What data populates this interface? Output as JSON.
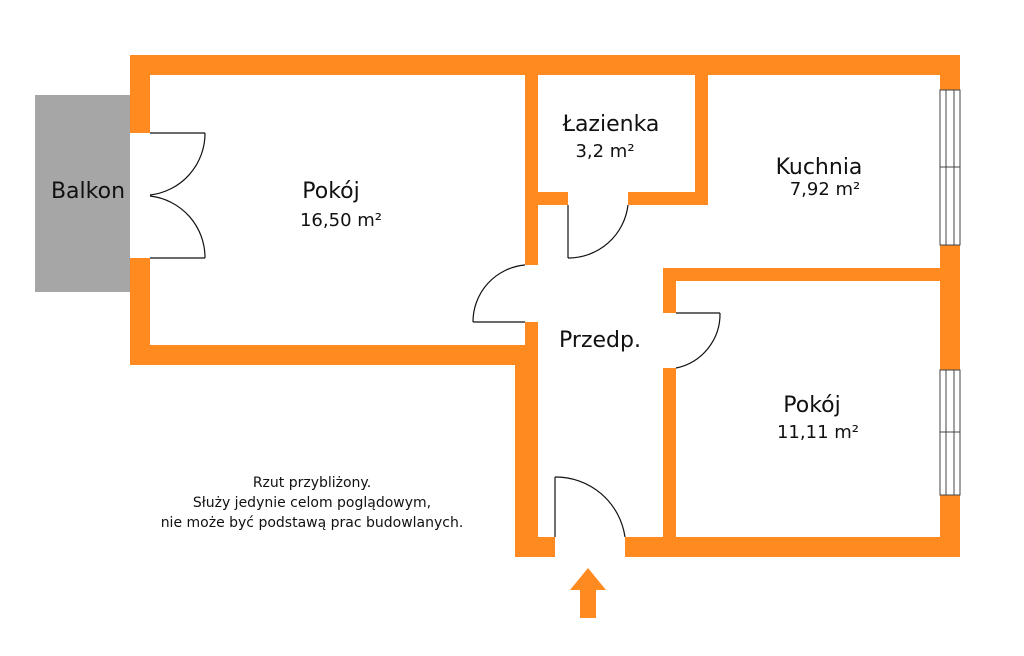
{
  "colors": {
    "wall": "#FF8A1F",
    "balcony": "#A6A6A6",
    "door_line": "#111111",
    "window_frame": "#444444"
  },
  "rooms": {
    "pokoj1": {
      "name": "Pokój",
      "area": "16,50 m²"
    },
    "lazienka": {
      "name": "Łazienka",
      "area": "3,2 m²"
    },
    "kuchnia": {
      "name": "Kuchnia",
      "area": "7,92 m²"
    },
    "przedpokoj": {
      "name": "Przedp."
    },
    "pokoj2": {
      "name": "Pokój",
      "area": "11,11 m²"
    },
    "balkon": {
      "name": "Balkon"
    }
  },
  "note": {
    "line1": "Rzut przybliżony.",
    "line2": "Służy jedynie celom poglądowym,",
    "line3": "nie może być podstawą prac budowlanych."
  },
  "entrance": {
    "icon": "arrow-up-icon"
  }
}
